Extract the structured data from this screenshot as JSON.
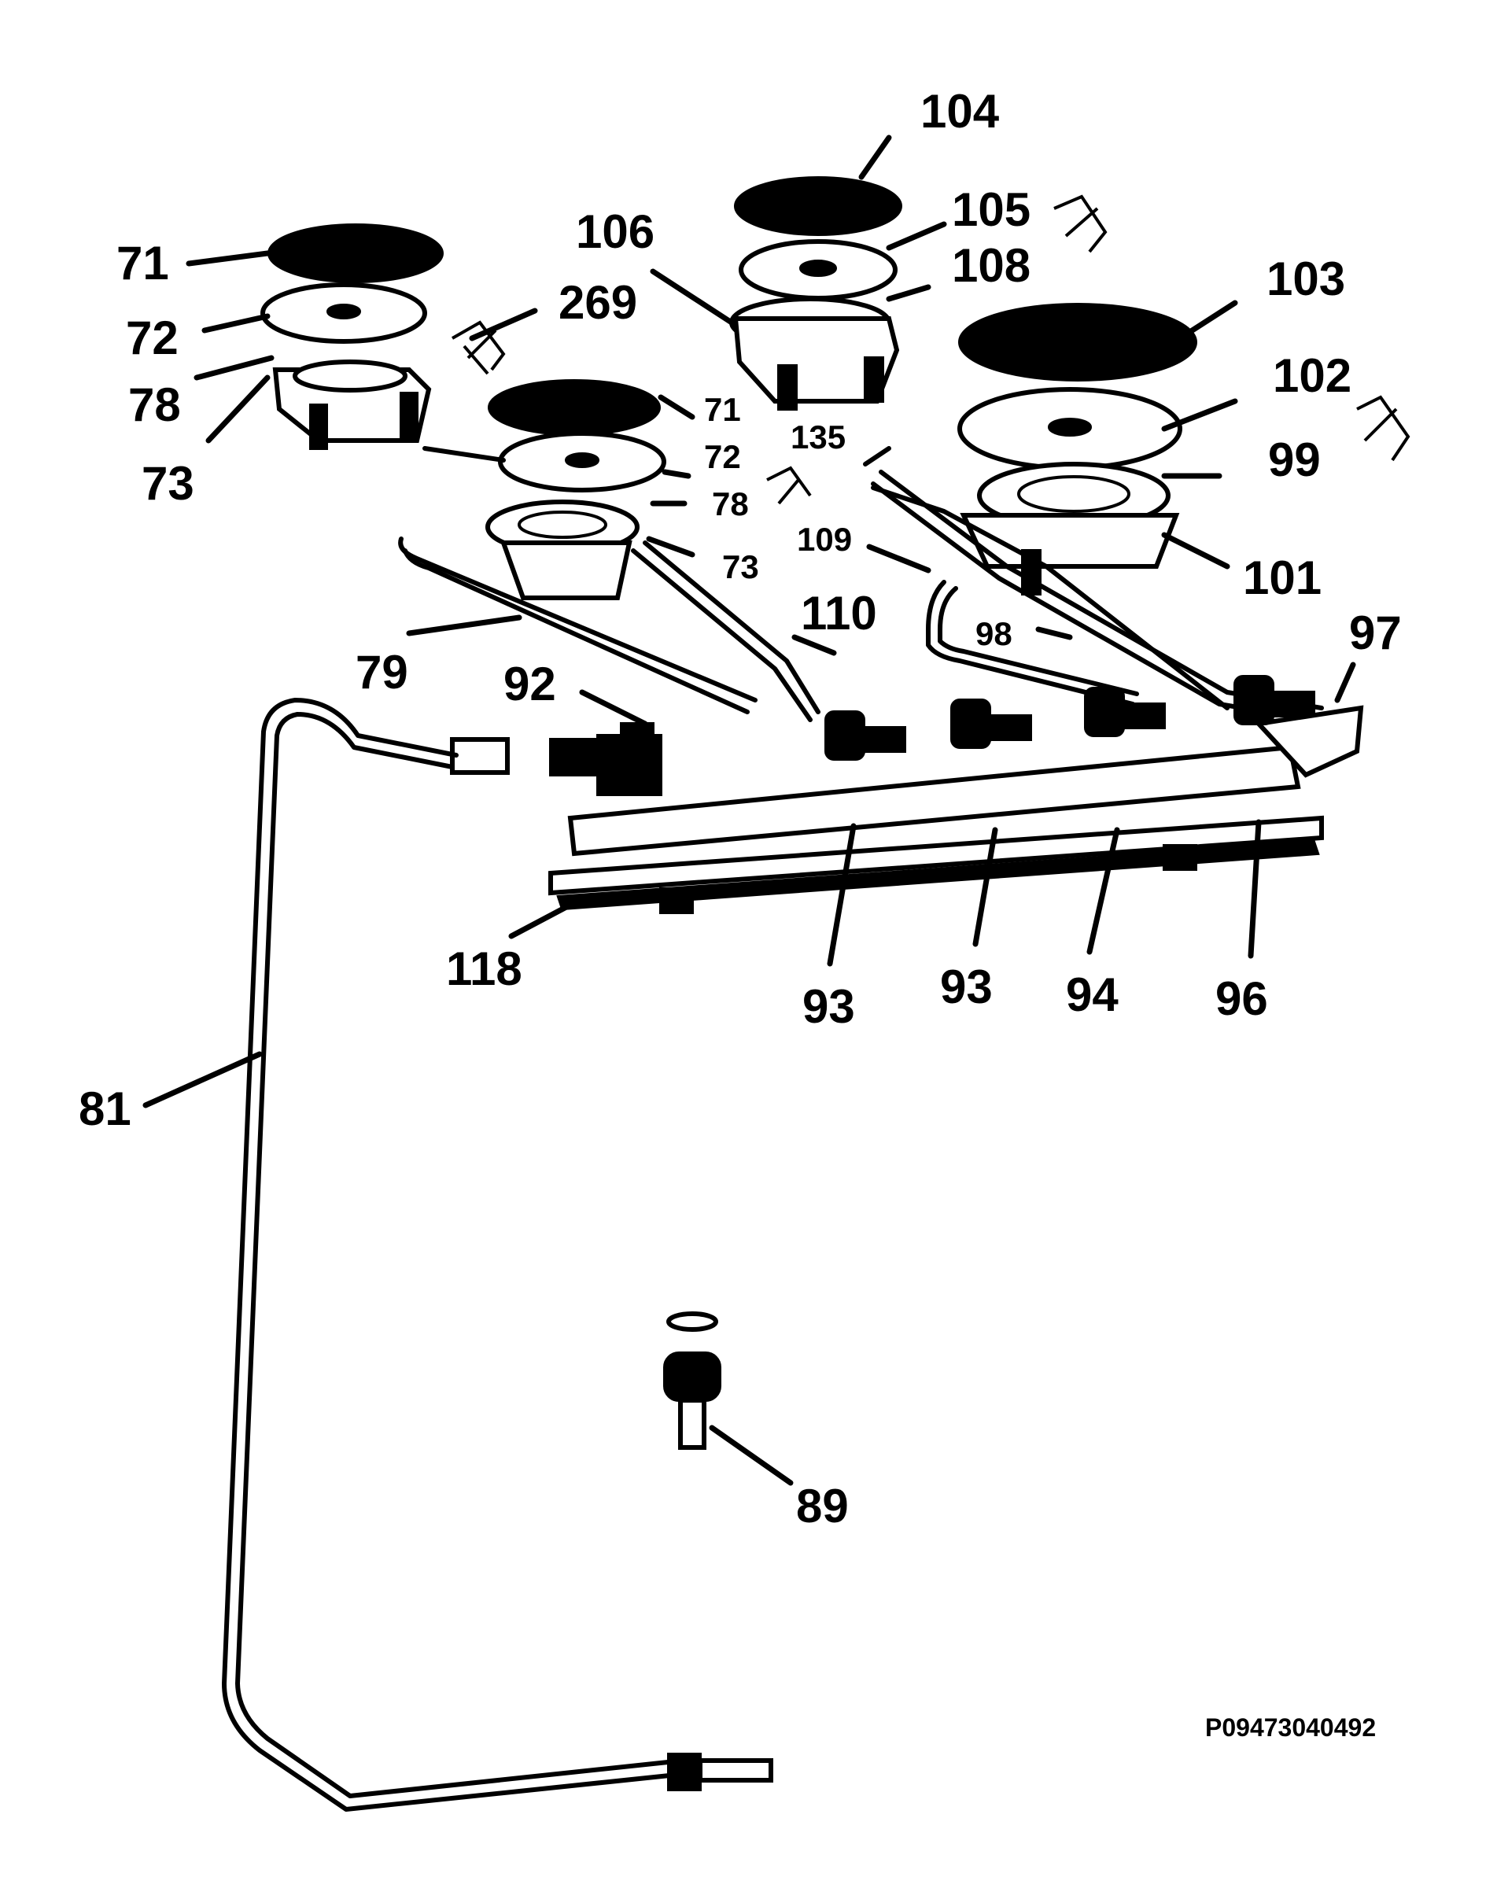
{
  "labels": {
    "l71a": "71",
    "l72a": "72",
    "l78a": "78",
    "l73a": "73",
    "l269": "269",
    "l71b": "71",
    "l72b": "72",
    "l78b": "78",
    "l73b": "73",
    "l104": "104",
    "l105": "105",
    "l106": "106",
    "l108": "108",
    "l103": "103",
    "l102": "102",
    "l99": "99",
    "l101": "101",
    "l135": "135",
    "l109": "109",
    "l110": "110",
    "l79": "79",
    "l92": "92",
    "l98": "98",
    "l97": "97",
    "l118": "118",
    "l93a": "93",
    "l93b": "93",
    "l94": "94",
    "l96": "96",
    "l81": "81",
    "l89": "89"
  },
  "diagram_code": "P09473040492"
}
